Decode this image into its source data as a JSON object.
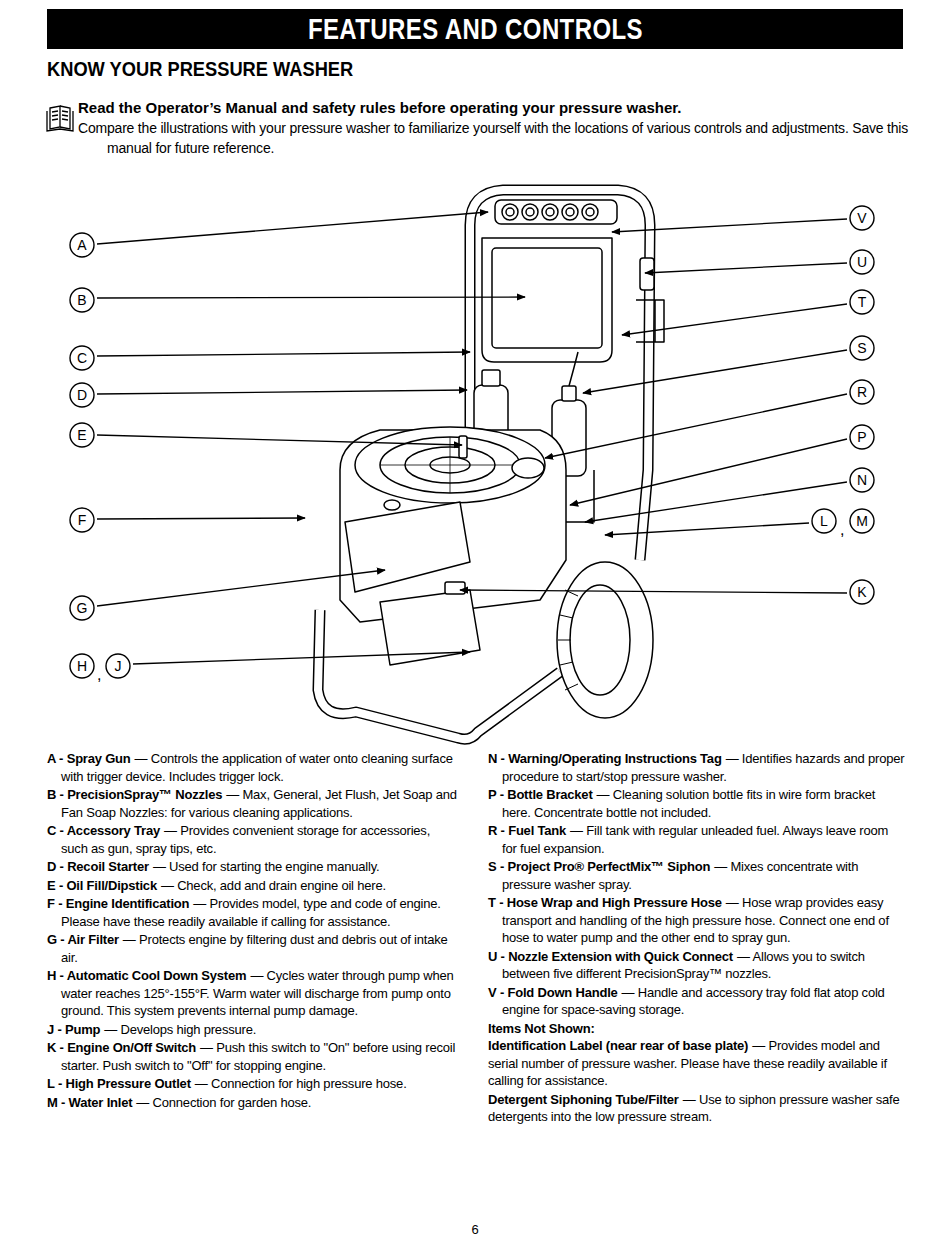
{
  "diagram": {
    "title": "FEATURES AND CONTROLS",
    "nodes": [
      {
        "text": [
          "V"
        ]
      },
      {
        "text": [
          "A"
        ]
      },
      {
        "text": [
          "U"
        ]
      },
      {
        "text": [
          "B"
        ]
      },
      {
        "text": [
          "T"
        ]
      },
      {
        "text": [
          "S"
        ]
      },
      {
        "text": [
          "C"
        ]
      },
      {
        "text": [
          "R"
        ]
      },
      {
        "text": [
          "D"
        ]
      },
      {
        "text": [
          "E"
        ]
      },
      {
        "text": [
          "P"
        ]
      },
      {
        "text": [
          "N"
        ]
      },
      {
        "text": [
          "F"
        ]
      },
      {
        "text": [
          "L"
        ]
      },
      {
        "text": [
          "M"
        ]
      },
      {
        "text": [
          "K"
        ]
      },
      {
        "text": [
          "G"
        ]
      },
      {
        "text": [
          "H"
        ]
      },
      {
        "text": [
          "J"
        ]
      }
    ],
    "labels": [
      "KNOW YOUR PRESSURE WASHER",
      "Read the Operator’s Manual and safety rules before operating your pressure washer.",
      "Compare the illustrations with your pressure washer to familiarize yourself with the locations of various controls and adjustments. Save this manual for future reference.",
      ",",
      ",",
      "A - Spray Gun",
      "— Controls the application of water onto cleaning surface with trigger device. Includes trigger lock.",
      "B - PrecisionSpray™ Nozzles",
      "— Max, General, Jet Flush, Jet Soap and Fan Soap Nozzles: for various cleaning applications.",
      "C - Accessory Tray",
      "— Provides convenient storage for accessories, such as gun, spray tips, etc.",
      "D - Recoil Starter",
      "— Used for starting the engine manually.",
      "E - Oil Fill/Dipstick",
      "— Check, add and drain engine oil here.",
      "F - Engine Identification",
      "— Provides model, type and code of engine. Please have these readily available if calling for assistance.",
      "G - Air Filter",
      "— Protects engine by filtering dust and debris out of intake air.",
      "H - Automatic Cool Down System",
      "— Cycles water through pump when water reaches 125°-155°F. Warm water will discharge from pump onto ground. This system prevents internal pump damage.",
      "J - Pump",
      "— Develops high pressure.",
      "K - Engine On/Off Switch",
      "— Push this switch to \"On\" before using recoil starter. Push switch to \"Off\" for stopping engine.",
      "L - High Pressure Outlet",
      "— Connection for high pressure hose.",
      "M - Water Inlet",
      "— Connection for garden hose.",
      "N - Warning/Operating Instructions Tag",
      "— Identifies hazards and proper procedure to start/stop pressure washer.",
      "P - Bottle Bracket",
      "— Cleaning solution bottle fits in wire form bracket here. Concentrate bottle not included.",
      "R - Fuel Tank",
      "— Fill tank with regular unleaded fuel. Always leave room for fuel expansion.",
      "S - Project Pro® PerfectMix™ Siphon",
      "— Mixes concentrate with pressure washer spray.",
      "T - Hose Wrap and High Pressure Hose",
      "— Hose wrap provides easy transport and handling of the high pressure hose. Connect one end of hose to water pump and the other end to spray gun.",
      "U - Nozzle Extension with Quick Connect",
      "— Allows you to switch between five different PrecisionSpray™ nozzles.",
      "V - Fold Down Handle",
      "— Handle and accessory tray fold flat atop cold engine for space-saving storage.",
      "Items Not Shown:",
      "Identification Label (near rear of base plate)",
      "— Provides model and serial number of pressure washer. Please have these readily available if calling for assistance.",
      "Detergent Siphoning Tube/Filter",
      "— Use to siphon pressure washer safe detergents into the low pressure stream.",
      "6"
    ]
  }
}
